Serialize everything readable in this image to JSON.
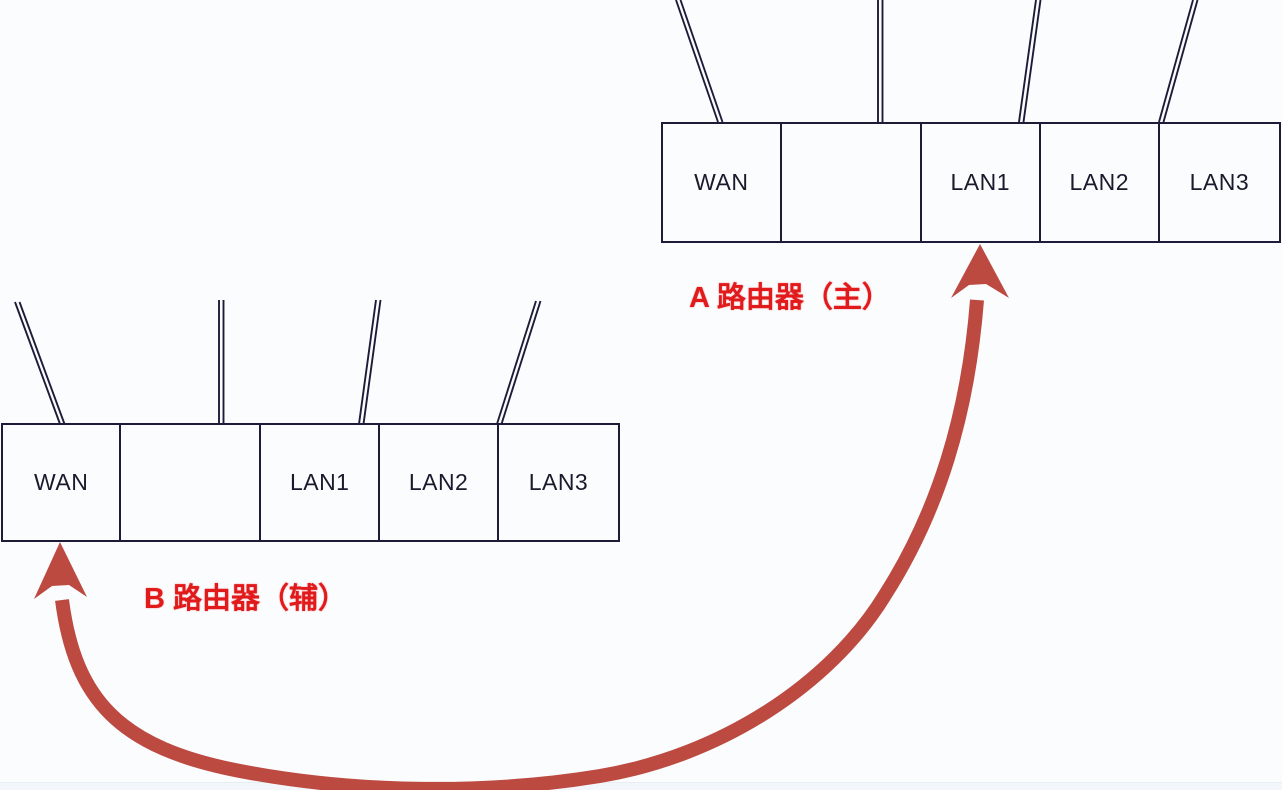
{
  "router_a": {
    "label": "A 路由器（主）",
    "role": "主",
    "ports": [
      {
        "label": "WAN"
      },
      {
        "label": ""
      },
      {
        "label": "LAN1"
      },
      {
        "label": "LAN2"
      },
      {
        "label": "LAN3"
      }
    ],
    "antenna_count": 4
  },
  "router_b": {
    "label": "B 路由器（辅）",
    "role": "辅",
    "ports": [
      {
        "label": "WAN"
      },
      {
        "label": ""
      },
      {
        "label": "LAN1"
      },
      {
        "label": "LAN2"
      },
      {
        "label": "LAN3"
      }
    ],
    "antenna_count": 4
  },
  "connection_arrow": {
    "type": "double-headed curved arrow",
    "endpoint_top": "router A LAN1 port",
    "endpoint_bottom": "router B WAN port",
    "color": "#bc4a41"
  },
  "colors": {
    "background": "#fbfcfe",
    "router_border": "#1d1b38",
    "antenna": "#1d1b38",
    "port_text": "#1a1a2c",
    "label_red": "#e11b1b",
    "arrow_red": "#bc4a41"
  }
}
